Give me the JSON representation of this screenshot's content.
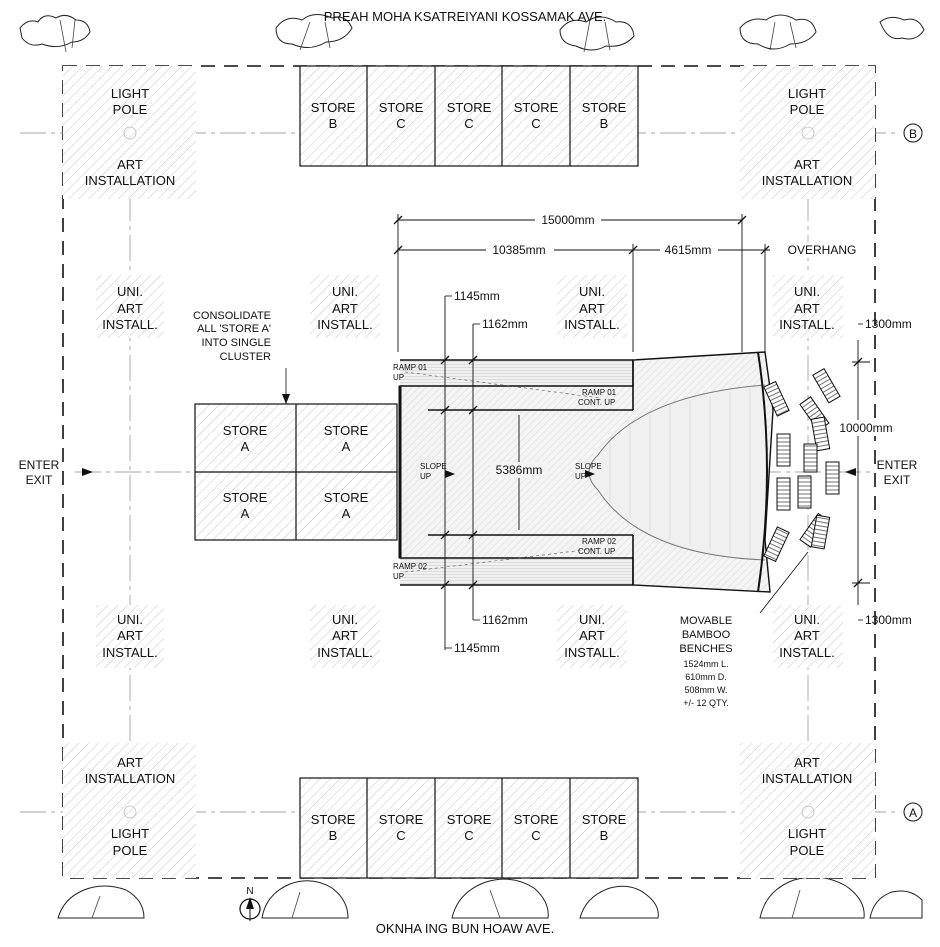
{
  "streets": {
    "north": "PREAH MOHA KSATREIYANI KOSSAMAK AVE.",
    "south": "OKNHA ING BUN HOAW AVE."
  },
  "grid_labels": {
    "b": "B",
    "a": "A"
  },
  "north_arrow": "N",
  "light_pole": [
    "LIGHT",
    "POLE"
  ],
  "art_installation": [
    "ART",
    "INSTALLATION"
  ],
  "uni_art": [
    "UNI.",
    "ART",
    "INSTALL."
  ],
  "store_word": "STORE",
  "stores_top": [
    "B",
    "C",
    "C",
    "C",
    "B"
  ],
  "stores_bottom": [
    "B",
    "C",
    "C",
    "C",
    "B"
  ],
  "stores_a": [
    "A",
    "A",
    "A",
    "A"
  ],
  "enter_exit": [
    "ENTER",
    "EXIT"
  ],
  "consolidate_note": [
    "CONSOLIDATE",
    "ALL 'STORE A'",
    "INTO SINGLE",
    "CLUSTER"
  ],
  "dimensions": {
    "overall_width": "15000mm",
    "stage_length": "10385mm",
    "canopy_length": "4615mm",
    "overhang": "OVERHANG",
    "ramp_offset_outer": "1145mm",
    "ramp_offset_inner": "1162mm",
    "center_width": "5386mm",
    "seating_depth": "10000mm",
    "side_margin": "1300mm"
  },
  "ramp_labels": {
    "ramp01_up": [
      "RAMP 01",
      "UP"
    ],
    "ramp01_cont": [
      "RAMP 01",
      "CONT. UP"
    ],
    "ramp02_up": [
      "RAMP 02",
      "UP"
    ],
    "ramp02_cont": [
      "RAMP 02",
      "CONT. UP"
    ],
    "slope_up": [
      "SLOPE",
      "UP"
    ]
  },
  "bench_note": [
    "MOVABLE",
    "BAMBOO",
    "BENCHES",
    "1524mm L.",
    "610mm D.",
    "508mm W.",
    "+/- 12 QTY."
  ]
}
